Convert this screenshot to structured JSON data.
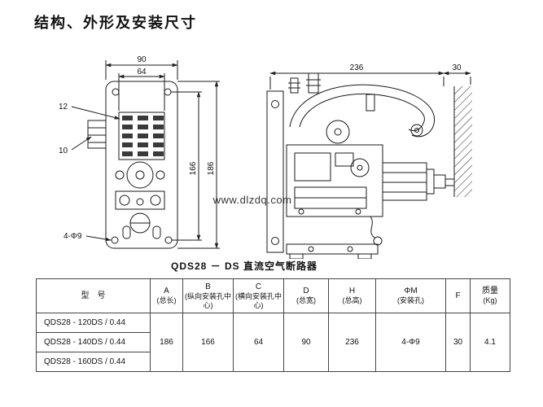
{
  "page": {
    "title": "结构、外形及安装尺寸",
    "caption": "QDS28 － DS 直流空气断路器",
    "watermark": "www.dlzdq.com"
  },
  "front_view": {
    "dim_width_outer": "90",
    "dim_width_inner": "64",
    "callout_upper": "12",
    "callout_lower": "10",
    "dim_height_inner": "166",
    "dim_height_outer": "186",
    "dim_mount_holes": "4-Φ9"
  },
  "side_view": {
    "dim_depth": "236",
    "dim_wall_offset": "30"
  },
  "table": {
    "headers": [
      {
        "main": "型　号",
        "sub": ""
      },
      {
        "main": "A",
        "sub": "(总长)"
      },
      {
        "main": "B",
        "sub": "(纵向安装孔中心)"
      },
      {
        "main": "C",
        "sub": "(横向安装孔中心)"
      },
      {
        "main": "D",
        "sub": "(总宽)"
      },
      {
        "main": "H",
        "sub": "(总高)"
      },
      {
        "main": "ΦM",
        "sub": "(安装孔)"
      },
      {
        "main": "F",
        "sub": ""
      },
      {
        "main": "质量",
        "sub": "(Kg)"
      }
    ],
    "models": [
      "QDS28 - 120DS / 0.44",
      "QDS28 - 140DS / 0.44",
      "QDS28 - 160DS / 0.44"
    ],
    "values": {
      "A": "186",
      "B": "166",
      "C": "64",
      "D": "90",
      "H": "236",
      "M": "4-Φ9",
      "F": "30",
      "weight": "4.1"
    }
  }
}
